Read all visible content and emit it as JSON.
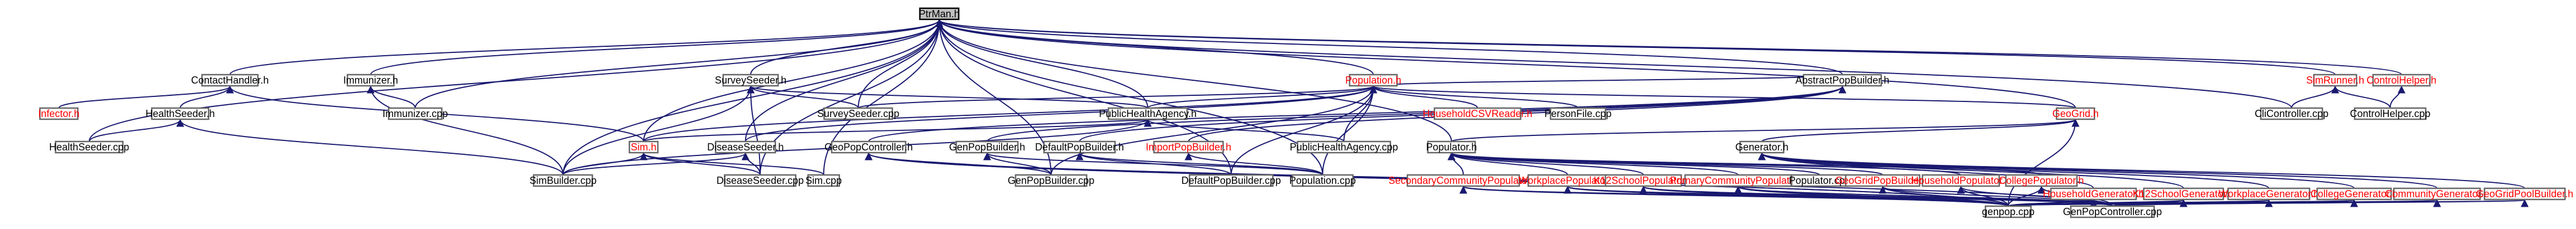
{
  "diagram": {
    "root": "PtrMan.h",
    "nodes": [
      {
        "id": "ptrman",
        "label": "PtrMan.h",
        "color": "black",
        "root": true
      },
      {
        "id": "contacthandler",
        "label": "ContactHandler.h",
        "color": "black"
      },
      {
        "id": "immunizer",
        "label": "Immunizer.h",
        "color": "black"
      },
      {
        "id": "surveyseeder",
        "label": "SurveySeeder.h",
        "color": "black"
      },
      {
        "id": "population",
        "label": "Population.h",
        "color": "red"
      },
      {
        "id": "simrunner",
        "label": "SimRunner.h",
        "color": "red"
      },
      {
        "id": "controlhelper",
        "label": "ControlHelper.h",
        "color": "red"
      },
      {
        "id": "infector",
        "label": "Infector.h",
        "color": "red"
      },
      {
        "id": "healthseeder",
        "label": "HealthSeeder.h",
        "color": "black"
      },
      {
        "id": "immunizercpp",
        "label": "Immunizer.cpp",
        "color": "black"
      },
      {
        "id": "surveyseedercpp",
        "label": "SurveySeeder.cpp",
        "color": "black"
      },
      {
        "id": "publichealthagency",
        "label": "PublicHealthAgency.h",
        "color": "black"
      },
      {
        "id": "householdcsvreader",
        "label": "HouseholdCSVReader.h",
        "color": "red"
      },
      {
        "id": "personfile",
        "label": "PersonFile.cpp",
        "color": "black"
      },
      {
        "id": "abstractpopbuilder",
        "label": "AbstractPopBuilder.h",
        "color": "black"
      },
      {
        "id": "geogrid",
        "label": "GeoGrid.h",
        "color": "red"
      },
      {
        "id": "clicontroller",
        "label": "CliController.cpp",
        "color": "black"
      },
      {
        "id": "controlhelpercpp",
        "label": "ControlHelper.cpp",
        "color": "black"
      },
      {
        "id": "healthseedercpp",
        "label": "HealthSeeder.cpp",
        "color": "black"
      },
      {
        "id": "simh",
        "label": "Sim.h",
        "color": "red"
      },
      {
        "id": "diseaseseeder",
        "label": "DiseaseSeeder.h",
        "color": "black"
      },
      {
        "id": "publichealthagencycpp",
        "label": "PublicHealthAgency.cpp",
        "color": "black"
      },
      {
        "id": "geopopcontroller",
        "label": "GeoPopController.h",
        "color": "black"
      },
      {
        "id": "genpopbuilder",
        "label": "GenPopBuilder.h",
        "color": "black"
      },
      {
        "id": "defaultpopbuilder",
        "label": "DefaultPopBuilder.h",
        "color": "black"
      },
      {
        "id": "importpopbuilder",
        "label": "ImportPopBuilder.h",
        "color": "red"
      },
      {
        "id": "populatorh",
        "label": "Populator.h",
        "color": "black"
      },
      {
        "id": "generatorh",
        "label": "Generator.h",
        "color": "black"
      },
      {
        "id": "simbuildercpp",
        "label": "SimBuilder.cpp",
        "color": "black"
      },
      {
        "id": "diseaseseedercpp",
        "label": "DiseaseSeeder.cpp",
        "color": "black"
      },
      {
        "id": "simcpp",
        "label": "Sim.cpp",
        "color": "black"
      },
      {
        "id": "genpopbuildercpp",
        "label": "GenPopBuilder.cpp",
        "color": "black"
      },
      {
        "id": "defaultpopbuildercpp",
        "label": "DefaultPopBuilder.cpp",
        "color": "black"
      },
      {
        "id": "populationcpp",
        "label": "Population.cpp",
        "color": "black"
      },
      {
        "id": "secondarycommunitypopulator",
        "label": "SecondaryCommunityPopulator.h",
        "color": "red"
      },
      {
        "id": "workplacepopulator",
        "label": "WorkplacePopulator.h",
        "color": "red"
      },
      {
        "id": "k12schoolpopulator",
        "label": "K12SchoolPopulator.h",
        "color": "red"
      },
      {
        "id": "primarycommunitypopulator",
        "label": "PrimaryCommunityPopulator.h",
        "color": "red"
      },
      {
        "id": "populatorcpp",
        "label": "Populator.cpp",
        "color": "black"
      },
      {
        "id": "geogridpopbuilder",
        "label": "GeoGridPopBuilder.h",
        "color": "red"
      },
      {
        "id": "householdpopulator",
        "label": "HouseholdPopulator.h",
        "color": "red"
      },
      {
        "id": "collegepopulator",
        "label": "CollegePopulator.h",
        "color": "red"
      },
      {
        "id": "householdgenerator",
        "label": "HouseholdGenerator.h",
        "color": "red"
      },
      {
        "id": "k12schoolgenerator",
        "label": "K12SchoolGenerator.h",
        "color": "red"
      },
      {
        "id": "workplacegenerator",
        "label": "WorkplaceGenerator.h",
        "color": "red"
      },
      {
        "id": "collegegenerator",
        "label": "CollegeGenerator.h",
        "color": "red"
      },
      {
        "id": "communitygenerator",
        "label": "CommunityGenerator.h",
        "color": "red"
      },
      {
        "id": "geogridpoolbuilder",
        "label": "GeoGridPoolBuilder.h",
        "color": "red"
      },
      {
        "id": "genpopcpp",
        "label": "genpop.cpp",
        "color": "black"
      },
      {
        "id": "genpopcontrollercpp",
        "label": "GenPopController.cpp",
        "color": "black"
      }
    ],
    "edges": [
      [
        "contacthandler",
        "ptrman"
      ],
      [
        "immunizer",
        "ptrman"
      ],
      [
        "surveyseeder",
        "ptrman"
      ],
      [
        "population",
        "ptrman"
      ],
      [
        "simrunner",
        "ptrman"
      ],
      [
        "controlhelper",
        "ptrman"
      ],
      [
        "healthseedercpp",
        "ptrman"
      ],
      [
        "publichealthagency",
        "ptrman"
      ],
      [
        "abstractpopbuilder",
        "ptrman"
      ],
      [
        "geogrid",
        "ptrman"
      ],
      [
        "populatorh",
        "ptrman"
      ],
      [
        "simh",
        "ptrman"
      ],
      [
        "diseaseseeder",
        "ptrman"
      ],
      [
        "simbuildercpp",
        "ptrman"
      ],
      [
        "diseaseseedercpp",
        "ptrman"
      ],
      [
        "genpopbuildercpp",
        "ptrman"
      ],
      [
        "defaultpopbuildercpp",
        "ptrman"
      ],
      [
        "populationcpp",
        "ptrman"
      ],
      [
        "clicontroller",
        "ptrman"
      ],
      [
        "surveyseedercpp",
        "ptrman"
      ],
      [
        "immunizercpp",
        "ptrman"
      ],
      [
        "simcpp",
        "ptrman"
      ],
      [
        "infector",
        "contacthandler"
      ],
      [
        "healthseeder",
        "contacthandler"
      ],
      [
        "simh",
        "contacthandler"
      ],
      [
        "immunizercpp",
        "immunizer"
      ],
      [
        "simbuildercpp",
        "immunizer"
      ],
      [
        "surveyseedercpp",
        "surveyseeder"
      ],
      [
        "publichealthagency",
        "surveyseeder"
      ],
      [
        "simbuildercpp",
        "surveyseeder"
      ],
      [
        "diseaseseedercpp",
        "surveyseeder"
      ],
      [
        "householdcsvreader",
        "population"
      ],
      [
        "personfile",
        "population"
      ],
      [
        "abstractpopbuilder",
        "population"
      ],
      [
        "publichealthagency",
        "population"
      ],
      [
        "surveyseedercpp",
        "population"
      ],
      [
        "simh",
        "population"
      ],
      [
        "diseaseseeder",
        "population"
      ],
      [
        "genpopbuildercpp",
        "population"
      ],
      [
        "defaultpopbuildercpp",
        "population"
      ],
      [
        "populationcpp",
        "population"
      ],
      [
        "geogrid",
        "population"
      ],
      [
        "publichealthagencycpp",
        "population"
      ],
      [
        "clicontroller",
        "simrunner"
      ],
      [
        "controlhelpercpp",
        "simrunner"
      ],
      [
        "controlhelpercpp",
        "controlhelper"
      ],
      [
        "healthseedercpp",
        "healthseeder"
      ],
      [
        "simbuildercpp",
        "healthseeder"
      ],
      [
        "publichealthagencycpp",
        "publichealthagency"
      ],
      [
        "simh",
        "publichealthagency"
      ],
      [
        "simbuildercpp",
        "publichealthagency"
      ],
      [
        "genpopbuilder",
        "abstractpopbuilder"
      ],
      [
        "defaultpopbuilder",
        "abstractpopbuilder"
      ],
      [
        "importpopbuilder",
        "abstractpopbuilder"
      ],
      [
        "geopopcontroller",
        "abstractpopbuilder"
      ],
      [
        "populatorh",
        "geogrid"
      ],
      [
        "generatorh",
        "geogrid"
      ],
      [
        "genpopcpp",
        "geogrid"
      ],
      [
        "simbuildercpp",
        "simh"
      ],
      [
        "simcpp",
        "simh"
      ],
      [
        "diseaseseedercpp",
        "simh"
      ],
      [
        "diseaseseedercpp",
        "diseaseseeder"
      ],
      [
        "simbuildercpp",
        "diseaseseeder"
      ],
      [
        "genpopbuildercpp",
        "geopopcontroller"
      ],
      [
        "genpopcpp",
        "geopopcontroller"
      ],
      [
        "genpopcontrollercpp",
        "geopopcontroller"
      ],
      [
        "genpopbuildercpp",
        "genpopbuilder"
      ],
      [
        "populationcpp",
        "genpopbuilder"
      ],
      [
        "defaultpopbuildercpp",
        "defaultpopbuilder"
      ],
      [
        "populationcpp",
        "defaultpopbuilder"
      ],
      [
        "populationcpp",
        "importpopbuilder"
      ],
      [
        "secondarycommunitypopulator",
        "populatorh"
      ],
      [
        "workplacepopulator",
        "populatorh"
      ],
      [
        "k12schoolpopulator",
        "populatorh"
      ],
      [
        "primarycommunitypopulator",
        "populatorh"
      ],
      [
        "populatorcpp",
        "populatorh"
      ],
      [
        "geogridpopbuilder",
        "populatorh"
      ],
      [
        "householdpopulator",
        "populatorh"
      ],
      [
        "collegepopulator",
        "populatorh"
      ],
      [
        "householdgenerator",
        "generatorh"
      ],
      [
        "k12schoolgenerator",
        "generatorh"
      ],
      [
        "workplacegenerator",
        "generatorh"
      ],
      [
        "collegegenerator",
        "generatorh"
      ],
      [
        "communitygenerator",
        "generatorh"
      ],
      [
        "geogridpoolbuilder",
        "generatorh"
      ],
      [
        "genpopcpp",
        "secondarycommunitypopulator"
      ],
      [
        "genpopcontrollercpp",
        "secondarycommunitypopulator"
      ],
      [
        "genpopcpp",
        "workplacepopulator"
      ],
      [
        "genpopcontrollercpp",
        "workplacepopulator"
      ],
      [
        "genpopcpp",
        "k12schoolpopulator"
      ],
      [
        "genpopcontrollercpp",
        "k12schoolpopulator"
      ],
      [
        "genpopcpp",
        "primarycommunitypopulator"
      ],
      [
        "genpopcontrollercpp",
        "primarycommunitypopulator"
      ],
      [
        "genpopcpp",
        "geogridpopbuilder"
      ],
      [
        "genpopcontrollercpp",
        "geogridpopbuilder"
      ],
      [
        "genpopcpp",
        "householdpopulator"
      ],
      [
        "genpopcontrollercpp",
        "householdpopulator"
      ],
      [
        "genpopcpp",
        "collegepopulator"
      ],
      [
        "genpopcontrollercpp",
        "collegepopulator"
      ],
      [
        "genpopcpp",
        "householdgenerator"
      ],
      [
        "genpopcontrollercpp",
        "householdgenerator"
      ],
      [
        "genpopcpp",
        "k12schoolgenerator"
      ],
      [
        "genpopcontrollercpp",
        "k12schoolgenerator"
      ],
      [
        "genpopcpp",
        "workplacegenerator"
      ],
      [
        "genpopcontrollercpp",
        "workplacegenerator"
      ],
      [
        "genpopcpp",
        "collegegenerator"
      ],
      [
        "genpopcontrollercpp",
        "collegegenerator"
      ],
      [
        "genpopcpp",
        "communitygenerator"
      ],
      [
        "genpopcontrollercpp",
        "communitygenerator"
      ],
      [
        "genpopcpp",
        "geogridpoolbuilder"
      ],
      [
        "genpopcontrollercpp",
        "geogridpoolbuilder"
      ],
      [
        "genpopcpp",
        "geopopcontroller"
      ]
    ]
  }
}
